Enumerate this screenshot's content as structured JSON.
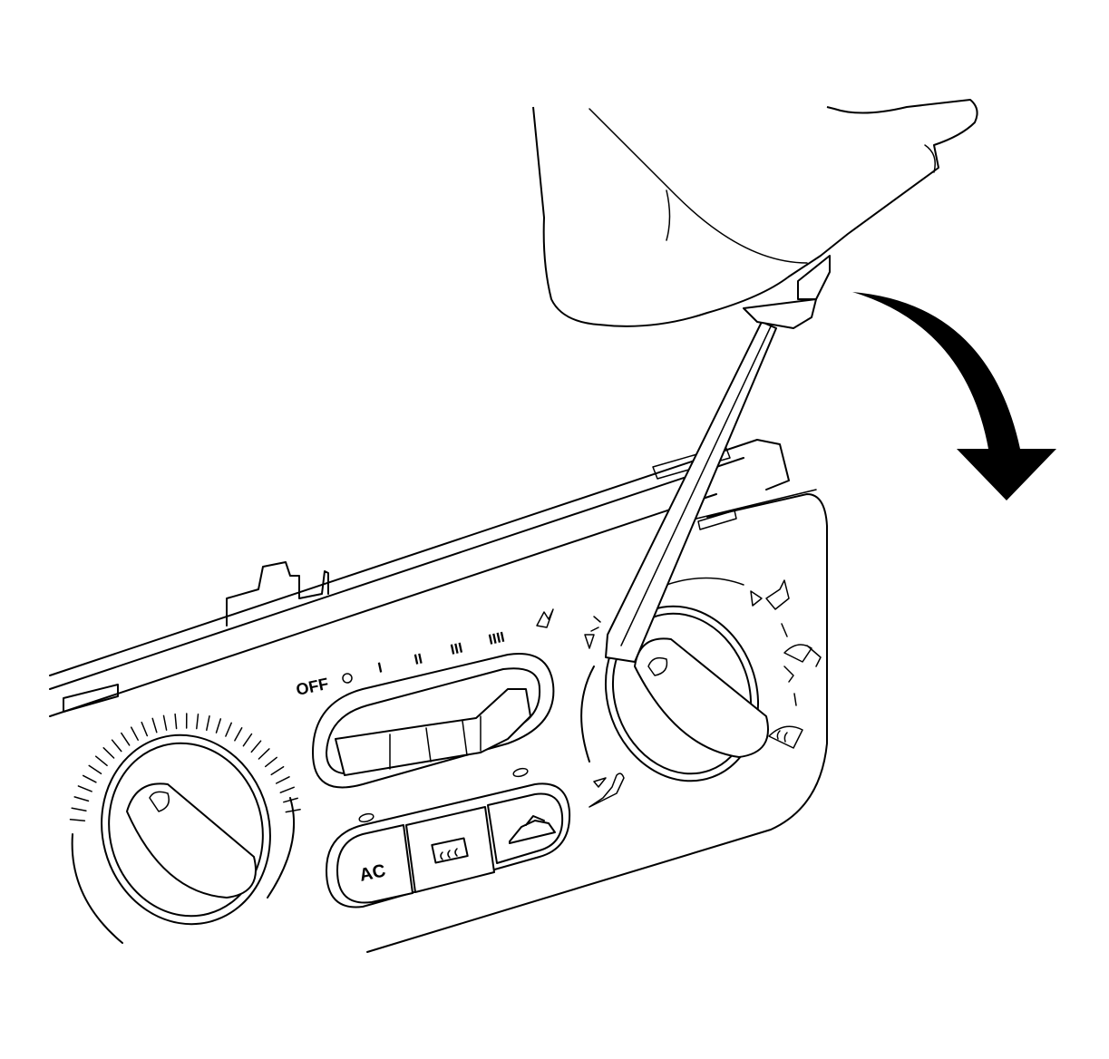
{
  "labels": {
    "fan_off": "OFF",
    "fan_speed_1": "I",
    "fan_speed_2": "II",
    "fan_speed_3": "III",
    "fan_speed_4": "IIII",
    "ac_button": "AC"
  },
  "icons": {
    "recirculation": "recirculation-car-icon",
    "rear_defrost": "rear-window-defrost-icon",
    "front_defrost": "windshield-defrost-icon",
    "vent_face": "vent-face-icon",
    "vent_feet": "vent-feet-icon",
    "vent_bilevel": "vent-bilevel-icon",
    "vent_feet_defrost": "vent-feet-defrost-icon",
    "fresh_air": "fresh-air-icon",
    "rotation_arrow": "curved-arrow-icon",
    "tool": "screwdriver-icon",
    "hand": "hand-icon"
  },
  "colors": {
    "line": "#000000",
    "background": "#ffffff"
  }
}
